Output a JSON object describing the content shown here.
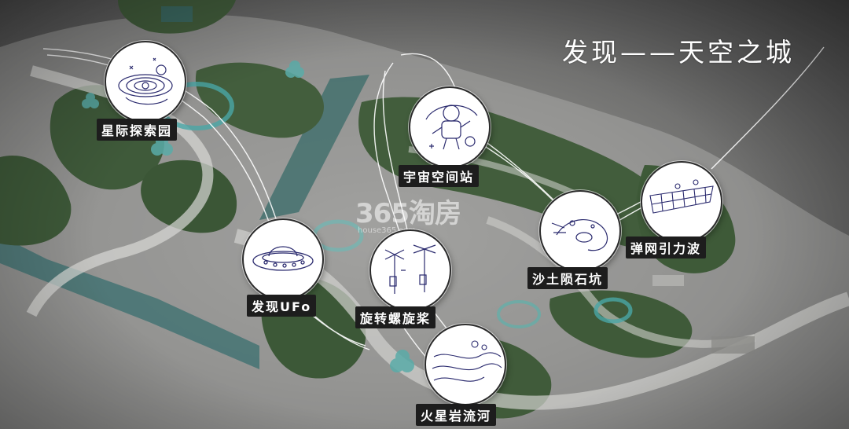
{
  "title": "发现——天空之城",
  "watermark": {
    "logo": "365淘房",
    "url": "house365.com"
  },
  "spots": [
    {
      "id": "star",
      "label": "星际探索园",
      "icon": "galaxy-sketch-icon"
    },
    {
      "id": "station",
      "label": "宇宙空间站",
      "icon": "astronaut-sketch-icon"
    },
    {
      "id": "ufo",
      "label": "发现UFo",
      "icon": "ufo-sketch-icon"
    },
    {
      "id": "propeller",
      "label": "旋转螺旋桨",
      "icon": "propeller-sketch-icon"
    },
    {
      "id": "crater",
      "label": "沙土陨石坑",
      "icon": "meteor-sketch-icon"
    },
    {
      "id": "net",
      "label": "弹网引力波",
      "icon": "net-sketch-icon"
    },
    {
      "id": "lava",
      "label": "火星岩流河",
      "icon": "lava-river-sketch-icon"
    }
  ],
  "colors": {
    "greenery": "#3f5a3a",
    "path": "#c9c9c6",
    "teal": "#4aa6a6",
    "label_bg": "#1d1d1d"
  }
}
